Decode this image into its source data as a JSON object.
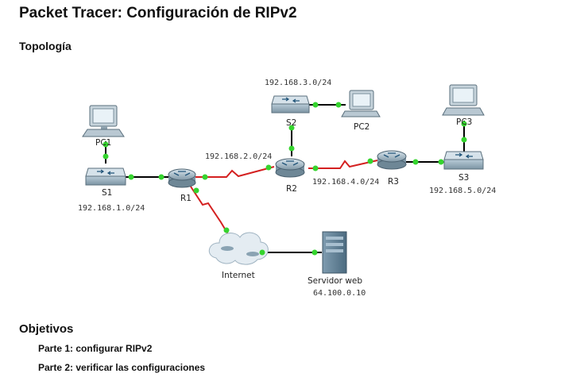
{
  "title": "Packet Tracer: Configuración de RIPv2",
  "topology": {
    "heading": "Topología",
    "devices": {
      "pc1": "PC1",
      "pc2": "PC2",
      "pc3": "PC3",
      "s1": "S1",
      "s2": "S2",
      "s3": "S3",
      "r1": "R1",
      "r2": "R2",
      "r3": "R3",
      "internet": "Internet",
      "server": "Servidor web"
    },
    "networks": {
      "lan1": "192.168.1.0/24",
      "lan2": "192.168.2.0/24",
      "lan3": "192.168.3.0/24",
      "lan4": "192.168.4.0/24",
      "lan5": "192.168.5.0/24",
      "server_ip": "64.100.0.10"
    }
  },
  "objectives": {
    "heading": "Objetivos",
    "parts": [
      "Parte 1: configurar RIPv2",
      "Parte 2: verificar las configuraciones"
    ]
  }
}
